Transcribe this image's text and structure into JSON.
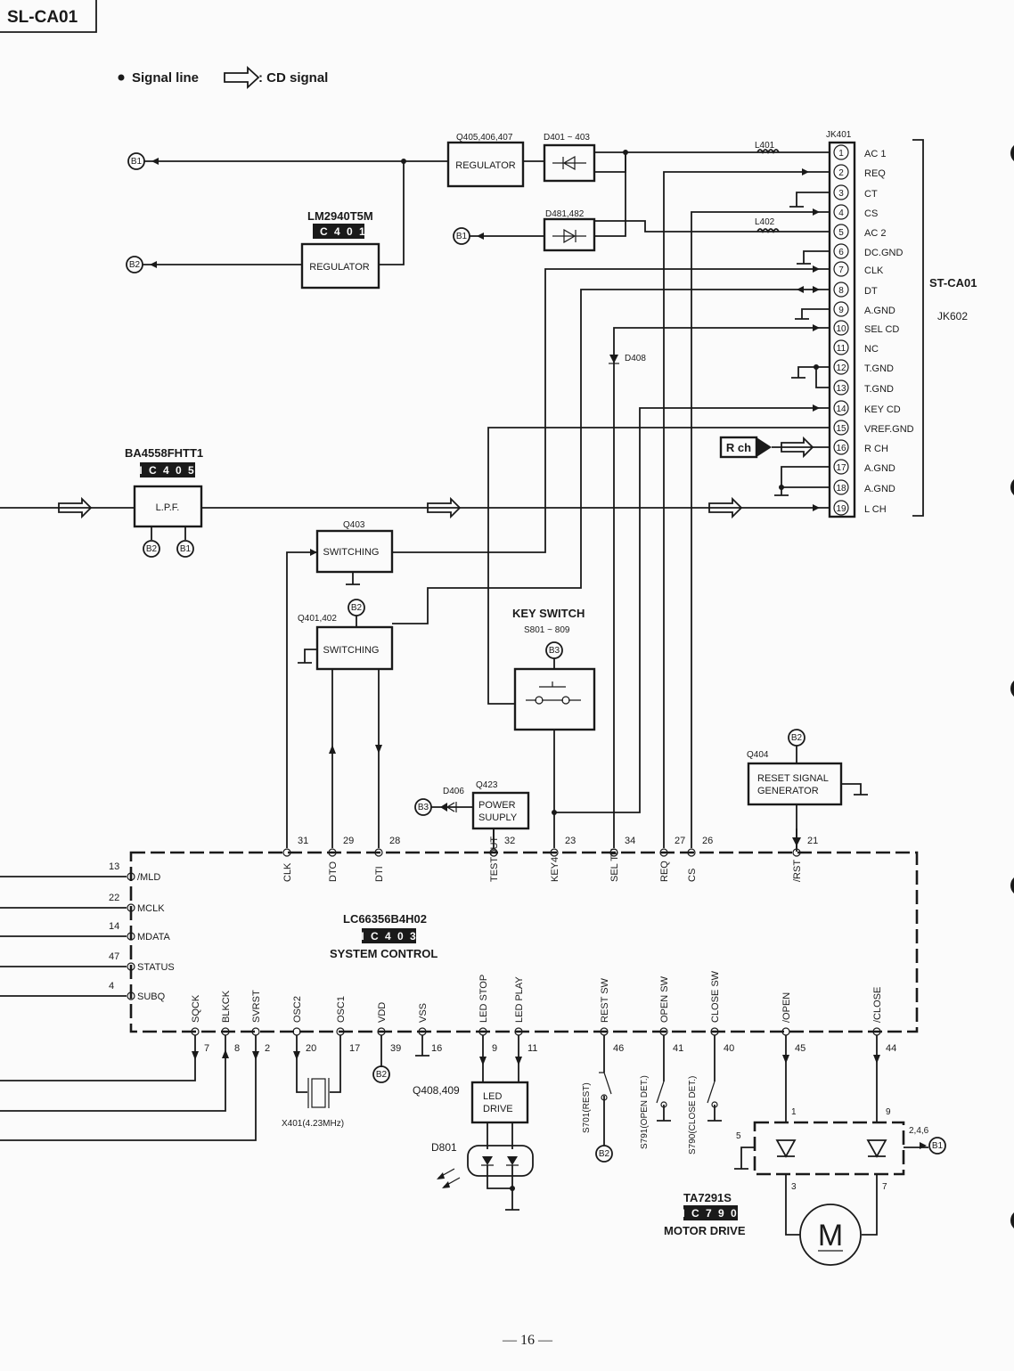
{
  "page_label": "SL-CA01",
  "legend": {
    "signal_line": "Signal line",
    "cd_signal": ": CD signal"
  },
  "page_number": "— 16 —",
  "supplies": {
    "b1": "B1",
    "b2": "B2",
    "b3": "B3"
  },
  "ic401": {
    "part": "LM2940T5M",
    "ref": "I C 4 0 1",
    "label": "REGULATOR"
  },
  "q405": {
    "ref": "Q405,406,407",
    "label": "REGULATOR"
  },
  "d401": {
    "ref": "D401 ~ 403"
  },
  "d481": {
    "ref": "D481,482"
  },
  "l401": "L401",
  "l402": "L402",
  "d408": "D408",
  "jk401": {
    "ref": "JK401",
    "connector": "ST-CA01",
    "mate": "JK602",
    "pins": [
      {
        "num": "1",
        "name": "AC 1"
      },
      {
        "num": "2",
        "name": "REQ"
      },
      {
        "num": "3",
        "name": "CT"
      },
      {
        "num": "4",
        "name": "CS"
      },
      {
        "num": "5",
        "name": "AC 2"
      },
      {
        "num": "6",
        "name": "DC.GND"
      },
      {
        "num": "7",
        "name": "CLK"
      },
      {
        "num": "8",
        "name": "DT"
      },
      {
        "num": "9",
        "name": "A.GND"
      },
      {
        "num": "10",
        "name": "SEL CD"
      },
      {
        "num": "11",
        "name": "NC"
      },
      {
        "num": "12",
        "name": "T.GND"
      },
      {
        "num": "13",
        "name": "T.GND"
      },
      {
        "num": "14",
        "name": "KEY CD"
      },
      {
        "num": "15",
        "name": "VREF.GND"
      },
      {
        "num": "16",
        "name": "R CH"
      },
      {
        "num": "17",
        "name": "A.GND"
      },
      {
        "num": "18",
        "name": "A.GND"
      },
      {
        "num": "19",
        "name": "L CH"
      }
    ]
  },
  "rch_label": "R ch",
  "ic405": {
    "part": "BA4558FHTT1",
    "ref": "I C 4 0 5",
    "label": "L.P.F."
  },
  "q403": {
    "ref": "Q403",
    "label": "SWITCHING"
  },
  "q401": {
    "ref": "Q401,402",
    "label": "SWITCHING"
  },
  "key_switch": {
    "title": "KEY SWITCH",
    "ref": "S801 ~ 809"
  },
  "q404": {
    "ref": "Q404",
    "label1": "RESET SIGNAL",
    "label2": "GENERATOR"
  },
  "q423": {
    "ref": "Q423",
    "label1": "POWER",
    "label2": "SUUPLY"
  },
  "d406": "D406",
  "ic403": {
    "part": "LC66356B4H02",
    "ref": "I C 4 0 3",
    "label": "SYSTEM   CONTROL"
  },
  "top_pins": [
    {
      "num": "31",
      "name": "CLK"
    },
    {
      "num": "29",
      "name": "DTO"
    },
    {
      "num": "28",
      "name": "DTI"
    },
    {
      "num": "32",
      "name": "TESTOUT"
    },
    {
      "num": "23",
      "name": "KEY4"
    },
    {
      "num": "34",
      "name": "SEL TU"
    },
    {
      "num": "27",
      "name": "REQ"
    },
    {
      "num": "26",
      "name": "CS"
    },
    {
      "num": "21",
      "name": "/RST"
    }
  ],
  "left_pins": [
    {
      "num": "13",
      "name": "/MLD"
    },
    {
      "num": "22",
      "name": "MCLK"
    },
    {
      "num": "14",
      "name": "MDATA"
    },
    {
      "num": "47",
      "name": "STATUS"
    },
    {
      "num": "4",
      "name": "SUBQ"
    }
  ],
  "bottom_pins": [
    {
      "num": "7",
      "name": "SQCK"
    },
    {
      "num": "8",
      "name": "BLKCK"
    },
    {
      "num": "2",
      "name": "SVRST"
    },
    {
      "num": "20",
      "name": "OSC2"
    },
    {
      "num": "17",
      "name": "OSC1"
    },
    {
      "num": "39",
      "name": "VDD"
    },
    {
      "num": "16",
      "name": "VSS"
    },
    {
      "num": "9",
      "name": "LED STOP"
    },
    {
      "num": "11",
      "name": "LED PLAY"
    },
    {
      "num": "46",
      "name": "REST SW"
    },
    {
      "num": "41",
      "name": "OPEN SW"
    },
    {
      "num": "40",
      "name": "CLOSE SW"
    },
    {
      "num": "45",
      "name": "/OPEN"
    },
    {
      "num": "44",
      "name": "/CLOSE"
    }
  ],
  "x401": "X401(4.23MHz)",
  "q408": {
    "ref": "Q408,409",
    "label1": "LED",
    "label2": "DRIVE"
  },
  "d801": "D801",
  "switches": {
    "s701": "S701(REST)",
    "s791": "S791(OPEN DET.)",
    "s790": "S790(CLOSE DET.)"
  },
  "ic790": {
    "part": "TA7291S",
    "ref": "I C 7 9 0",
    "label": "MOTOR   DRIVE",
    "pin1": "1",
    "pin9": "9",
    "pin5": "5",
    "pin3": "3",
    "pin7": "7",
    "pin246": "2,4,6"
  },
  "motor": "M"
}
